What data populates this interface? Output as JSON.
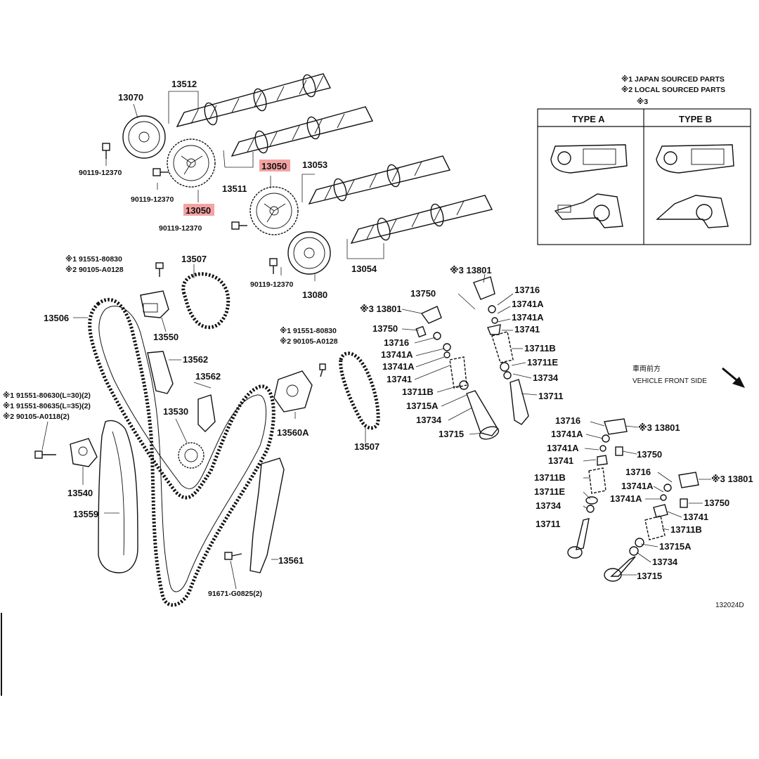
{
  "notes": {
    "line1": "※1 JAPAN SOURCED PARTS",
    "line2": "※2 LOCAL SOURCED PARTS",
    "line3": "※3"
  },
  "types_box": {
    "type_a": "TYPE A",
    "type_b": "TYPE B"
  },
  "direction": {
    "japanese": "車両前方",
    "english": "VEHICLE FRONT SIDE"
  },
  "diagram_code": "132024D",
  "highlight_color": "#f4a3a3",
  "labels": {
    "p13512": "13512",
    "p13070": "13070",
    "p90119_a": "90119-12370",
    "p90119_b": "90119-12370",
    "p13050_a": "13050",
    "p90119_c": "90119-12370",
    "p13511": "13511",
    "p13050_b": "13050",
    "p13053": "13053",
    "p13054": "13054",
    "p90119_d": "90119-12370",
    "p13080": "13080",
    "n91551_top": "※1 91551-80830",
    "n90105_top": "※2 90105-A0128",
    "p13507_a": "13507",
    "p13506": "13506",
    "p13550": "13550",
    "p13562_a": "13562",
    "p13562_b": "13562",
    "p13530": "13530",
    "n91551_mid1": "※1 91551-80830",
    "n90105_mid": "※2 90105-A0128",
    "p13560a": "13560A",
    "p13507_b": "13507",
    "n91551_l30": "※1 91551-80630(L=30)(2)",
    "n91551_l35": "※1 91551-80635(L=35)(2)",
    "n90105_l2": "※2 90105-A0118(2)",
    "p13540": "13540",
    "p13559": "13559",
    "p13561": "13561",
    "p91671": "91671-G0825(2)",
    "p13801_a": "※3 13801",
    "p13750_a": "13750",
    "p13716_a": "13716",
    "p13741a_a1": "13741A",
    "p13741a_a2": "13741A",
    "p13741_a": "13741",
    "p13711b_a": "13711B",
    "p13711e_a": "13711E",
    "p13734_a": "13734",
    "p13711_a": "13711",
    "p13801_b": "※3 13801",
    "p13750_b": "13750",
    "p13716_b": "13716",
    "p13741a_b1": "13741A",
    "p13741a_b2": "13741A",
    "p13741_b": "13741",
    "p13711b_b": "13711B",
    "p13715a_b": "13715A",
    "p13734_b": "13734",
    "p13715_b": "13715",
    "p13716_c": "13716",
    "p13801_c": "※3 13801",
    "p13741a_c": "13741A",
    "p13750_c": "13750",
    "p13741_c": "13741",
    "p13711b_c": "13711B",
    "p13711e_c": "13711E",
    "p13734_c": "13734",
    "p13711_c": "13711",
    "p13716_d": "13716",
    "p13801_d": "※3 13801",
    "p13741a_d1": "13741A",
    "p13741a_d2": "13741A",
    "p13750_d": "13750",
    "p13741_d": "13741",
    "p13711b_d": "13711B",
    "p13715a_d": "13715A",
    "p13734_d": "13734",
    "p13715_d": "13715"
  }
}
